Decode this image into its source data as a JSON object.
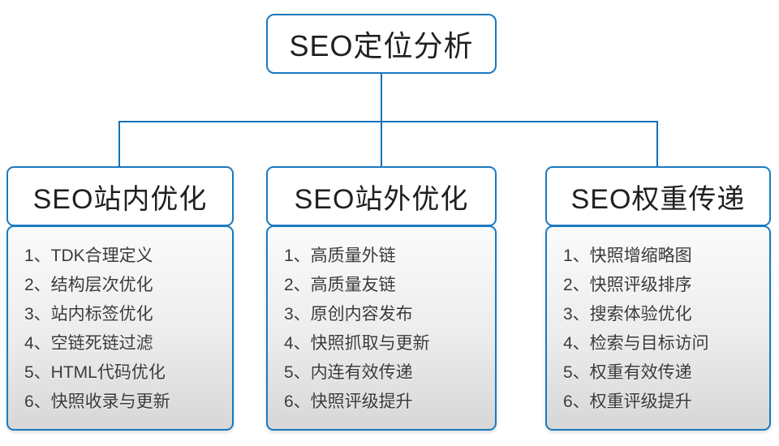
{
  "diagram": {
    "root_label": "SEO定位分析",
    "columns": [
      {
        "title": "SEO站内优化",
        "items": [
          "1、TDK合理定义",
          "2、结构层次优化",
          "3、站内标签优化",
          "4、空链死链过滤",
          "5、HTML代码优化",
          "6、快照收录与更新"
        ]
      },
      {
        "title": "SEO站外优化",
        "items": [
          "1、高质量外链",
          "2、高质量友链",
          "3、原创内容发布",
          "4、快照抓取与更新",
          "5、内连有效传递",
          "6、快照评级提升"
        ]
      },
      {
        "title": "SEO权重传递",
        "items": [
          "1、快照增缩略图",
          "2、快照评级排序",
          "3、搜索体验优化",
          "4、检索与目标访问",
          "5、权重有效传递",
          "6、权重评级提升"
        ]
      }
    ],
    "colors": {
      "connector_blue": "#1371b8",
      "box_border_blue": "#1b79c0",
      "header_text": "#1f1f1f",
      "item_text": "#3a3a3a",
      "body_gradient_top": "#fbfbfb",
      "body_gradient_bottom": "#d7d7d7",
      "background": "#ffffff"
    }
  }
}
